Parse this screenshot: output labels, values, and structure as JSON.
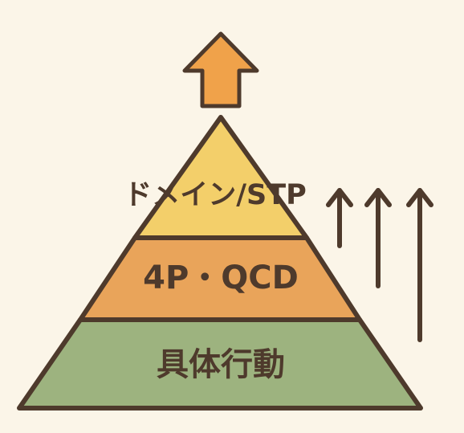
{
  "diagram": {
    "levels": [
      {
        "label": "ドメイン/STP",
        "color": "#f3cf6a"
      },
      {
        "label": "4P・QCD",
        "color": "#e9a45a"
      },
      {
        "label": "具体行動",
        "color": "#9db37f"
      }
    ],
    "top_arrow": {
      "icon": "up-arrow-icon",
      "color": "#f0a24a"
    },
    "side_arrows": {
      "icon": "up-arrow-icon",
      "count": 3,
      "color": "#4e3a2c"
    },
    "colors": {
      "background": "#fbf5e8",
      "outline": "#4e3a2c",
      "text": "#4e3a2c"
    }
  }
}
